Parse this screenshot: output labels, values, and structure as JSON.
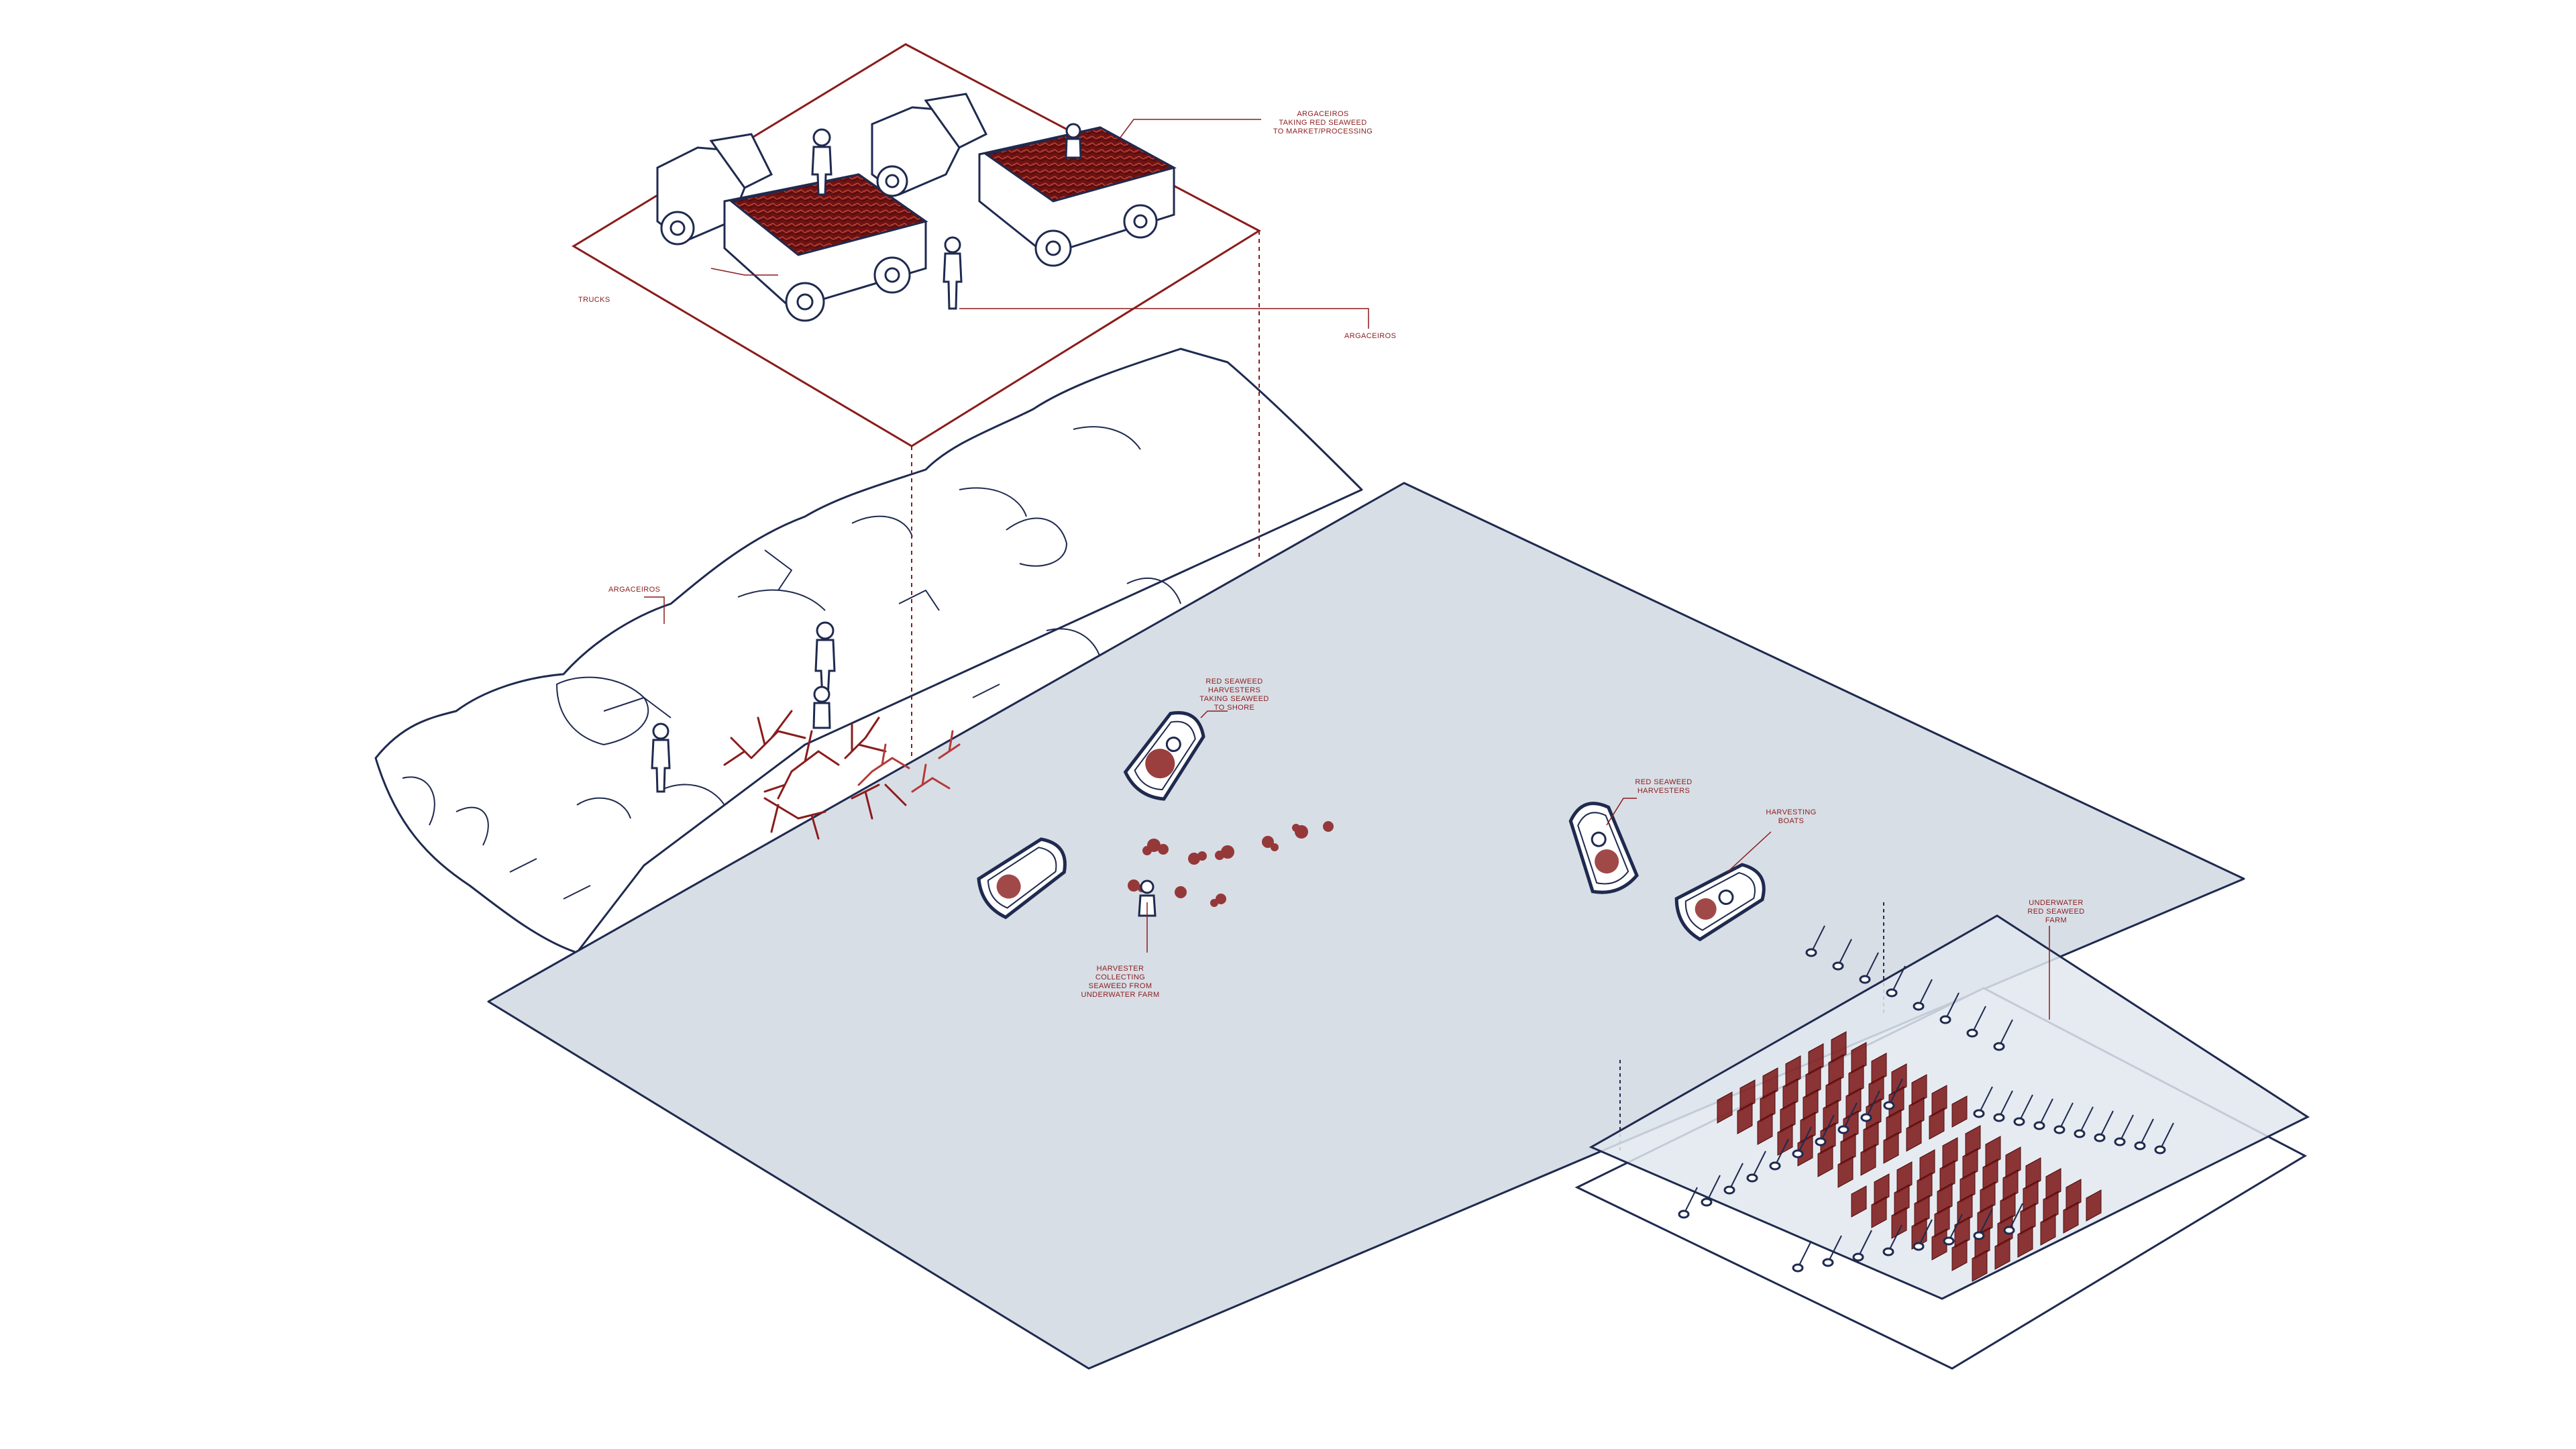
{
  "colors": {
    "ink": "#1f2a4f",
    "accent": "#8a1c1c",
    "seaweed": "#7a1414",
    "seaweed_light": "#b43a3a",
    "water": "#d8dee6",
    "farm_water": "#e2e8ef"
  },
  "labels": {
    "truck_caption": {
      "line1": "ARGACEIROS",
      "line2": "TAKING RED SEAWEED",
      "line3": "TO MARKET/PROCESSING"
    },
    "trucks": "TRUCKS",
    "argaceiros_truck": "ARGACEIROS",
    "argaceiros_shore": "ARGACEIROS",
    "harvesters_to_shore": {
      "line1": "RED SEAWEED",
      "line2": "HARVESTERS",
      "line3": "TAKING SEAWEED",
      "line4": "TO SHORE"
    },
    "harvesters": {
      "line1": "RED SEAWEED",
      "line2": "HARVESTERS"
    },
    "harvesting_boats": {
      "line1": "HARVESTING",
      "line2": "BOATS"
    },
    "collector": {
      "line1": "HARVESTER",
      "line2": "COLLECTING",
      "line3": "SEAWEED FROM",
      "line4": "UNDERWATER FARM"
    },
    "farm": {
      "line1": "UNDERWATER",
      "line2": "RED SEAWEED",
      "line3": "FARM"
    }
  }
}
